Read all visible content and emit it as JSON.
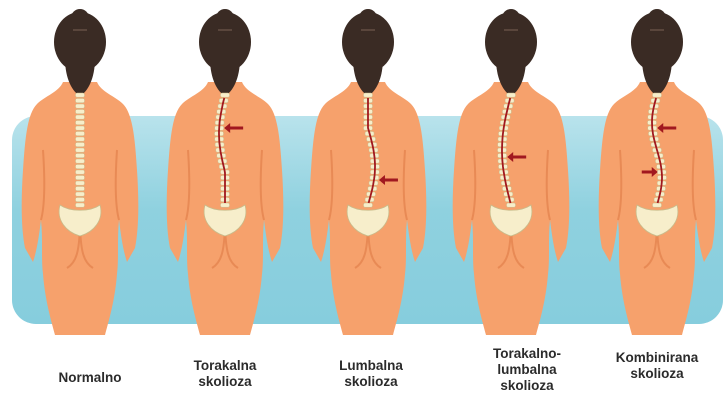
{
  "title": "",
  "colors": {
    "skin": "#f6a16c",
    "skin_shadow": "#e88a55",
    "hair": "#3a2b24",
    "bone": "#f7eecb",
    "bone_line": "#c9bb8a",
    "band": "#8fd1df",
    "curve_arrow": "#a1181f",
    "label_text": "#2b2b2b"
  },
  "figures": [
    {
      "id": "normal",
      "label_lines": [
        "Normalno"
      ],
      "curve": "none",
      "arrows": []
    },
    {
      "id": "thoracic",
      "label_lines": [
        "Torakalna",
        "skolioza"
      ],
      "curve": "thoracic",
      "arrows": [
        "thoracic-right"
      ]
    },
    {
      "id": "lumbar",
      "label_lines": [
        "Lumbalna",
        "skolioza"
      ],
      "curve": "lumbar",
      "arrows": [
        "lumbar-right"
      ]
    },
    {
      "id": "thoracolumbar",
      "label_lines": [
        "Torakalno-",
        "lumbalna",
        "skolioza"
      ],
      "curve": "thoracolumbar",
      "arrows": [
        "mid-right"
      ]
    },
    {
      "id": "combined",
      "label_lines": [
        "Kombinirana",
        "skolioza"
      ],
      "curve": "combined",
      "arrows": [
        "thoracic-right",
        "lumbar-left"
      ]
    }
  ]
}
